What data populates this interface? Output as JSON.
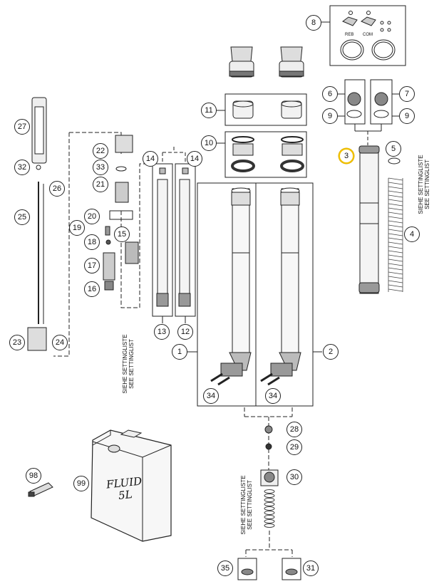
{
  "callouts": {
    "c1": "1",
    "c2": "2",
    "c3": "3",
    "c4": "4",
    "c5": "5",
    "c6": "6",
    "c7": "7",
    "c8": "8",
    "c9a": "9",
    "c9b": "9",
    "c10": "10",
    "c11": "11",
    "c12": "12",
    "c13": "13",
    "c14a": "14",
    "c14b": "14",
    "c15": "15",
    "c16": "16",
    "c17": "17",
    "c18": "18",
    "c19": "19",
    "c20": "20",
    "c21": "21",
    "c22": "22",
    "c23": "23",
    "c24": "24",
    "c25": "25",
    "c26": "26",
    "c27": "27",
    "c28": "28",
    "c29": "29",
    "c30": "30",
    "c31": "31",
    "c32": "32",
    "c33": "33",
    "c34a": "34",
    "c34b": "34",
    "c35": "35",
    "c98": "98",
    "c99": "99"
  },
  "labels": {
    "reb": "REB",
    "com": "COM",
    "setting_de": "SIEHE SETTINGLISTE",
    "setting_en": "SEE SETTINGLIST",
    "fluid_line1": "FLUID",
    "fluid_line2": "5L"
  },
  "highlight": {
    "color": "#f2c200",
    "callout": "3"
  }
}
